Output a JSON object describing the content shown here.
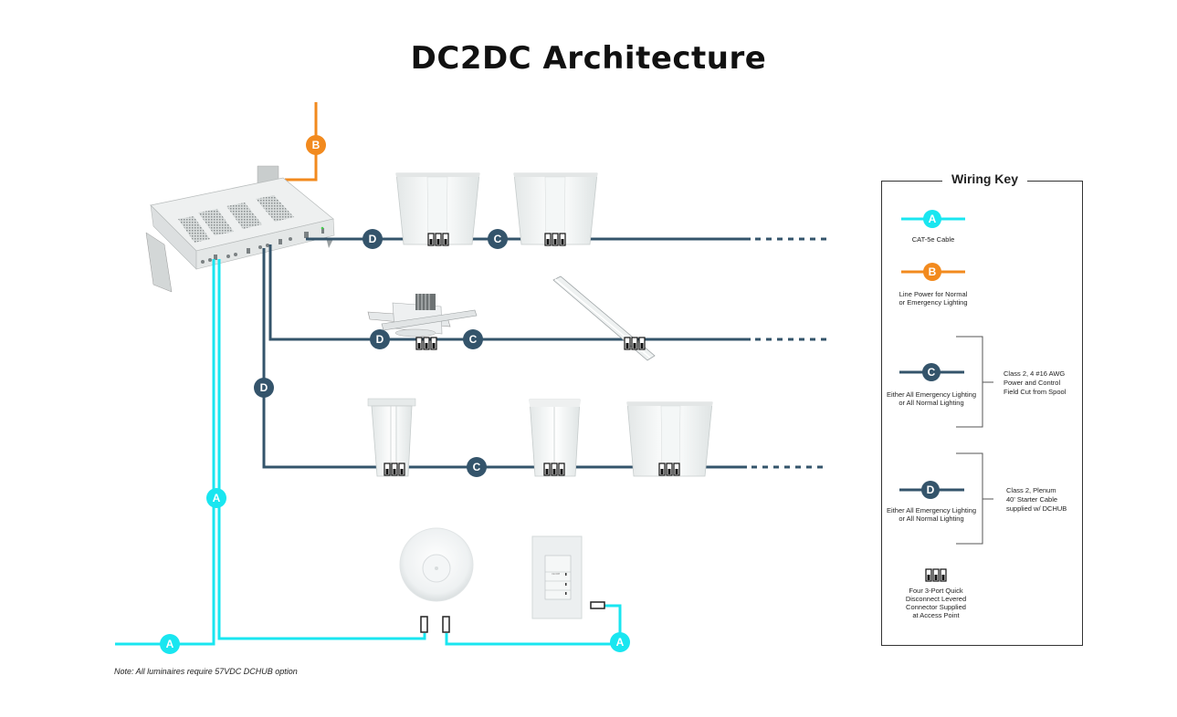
{
  "title": "DC2DC Architecture",
  "note": "Note: All luminaires require 57VDC DCHUB option",
  "colors": {
    "cat5e": "#19e6f0",
    "line_power": "#f28a1e",
    "class2": "#34546b",
    "bracket": "#555555",
    "key_border": "#333333"
  },
  "wiring_key": {
    "title": "Wiring Key",
    "entries": [
      {
        "badge": "A",
        "label": "CAT-5e Cable",
        "color_key": "cat5e"
      },
      {
        "badge": "B",
        "label_line1": "Line Power for Normal",
        "label_line2": "or Emergency Lighting",
        "color_key": "line_power"
      },
      {
        "badge": "C",
        "label_line1": "Either All Emergency Lighting",
        "label_line2": "or All Normal Lighting",
        "side_line1": "Class 2, 4 #16 AWG",
        "side_line2": "Power and Control",
        "side_line3": "Field Cut from Spool",
        "color_key": "class2"
      },
      {
        "badge": "D",
        "label_line1": "Either All Emergency Lighting",
        "label_line2": "or All Normal Lighting",
        "side_line1": "Class 2, Plenum",
        "side_line2": "40' Starter Cable",
        "side_line3": "supplied w/ DCHUB",
        "color_key": "class2"
      }
    ],
    "connector": {
      "line1": "Four 3-Port Quick",
      "line2": "Disconnect Levered",
      "line3": "Connector Supplied",
      "line4": "at Access Point"
    }
  },
  "diagram": {
    "badges": {
      "a": "A",
      "b": "B",
      "c": "C",
      "d": "D"
    },
    "switch_labels": [
      "On/Off",
      "▲",
      "▼"
    ]
  }
}
